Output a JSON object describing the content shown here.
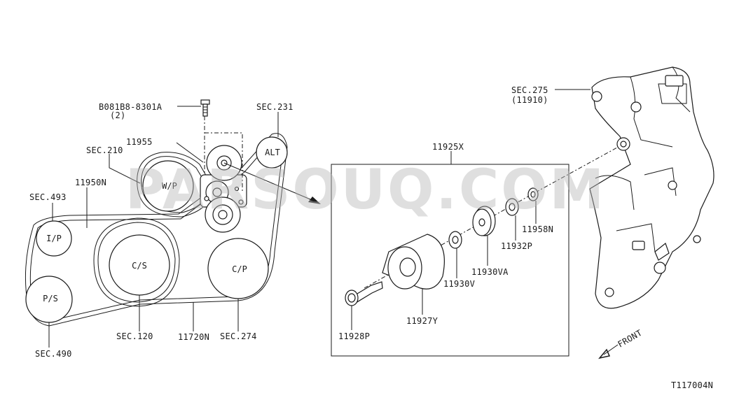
{
  "watermark": "PARSOUQ.COM",
  "diagram_code": "T117004N",
  "front_label": "FRONT",
  "belt_labels": {
    "sec_493": "SEC.493",
    "part_11950n": "11950N",
    "sec_210": "SEC.210",
    "part_11955": "11955",
    "bolt": "B081B8-8301A",
    "bolt_qty": "(2)",
    "sec_231": "SEC.231",
    "sec_490": "SEC.490",
    "sec_120": "SEC.120",
    "part_11720n": "11720N",
    "sec_274": "SEC.274"
  },
  "pulleys": {
    "ip": "I/P",
    "ps": "P/S",
    "cs": "C/S",
    "wp": "W/P",
    "cp": "C/P",
    "alt": "ALT"
  },
  "assembly": {
    "title": "11925X",
    "parts": {
      "p11928p": "11928P",
      "p11927y": "11927Y",
      "p11930v": "11930V",
      "p11930va": "11930VA",
      "p11932p": "11932P",
      "p11958n": "11958N"
    }
  },
  "bracket": {
    "sec": "SEC.275",
    "part": "(11910)"
  }
}
